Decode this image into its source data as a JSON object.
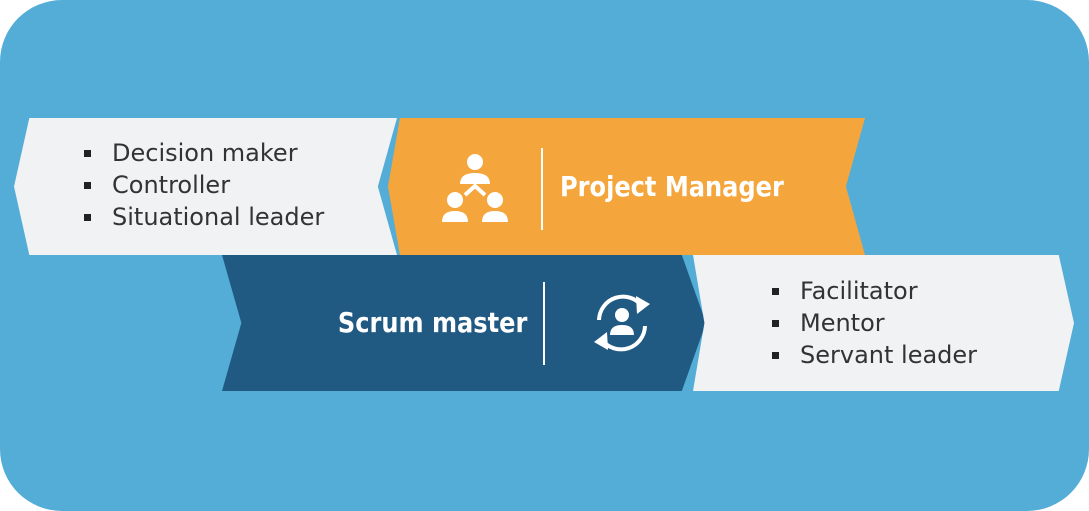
{
  "project_manager": {
    "title": "Project Manager",
    "icon": "team-hierarchy-icon",
    "traits": [
      "Decision maker",
      "Controller",
      "Situational leader"
    ]
  },
  "scrum_master": {
    "title": "Scrum master",
    "icon": "cycle-person-icon",
    "traits": [
      "Facilitator",
      "Mentor",
      "Servant leader"
    ]
  },
  "colors": {
    "background": "#54add6",
    "project_manager_band": "#f4a63d",
    "scrum_master_band": "#205982",
    "trait_box": "#f1f2f3"
  }
}
